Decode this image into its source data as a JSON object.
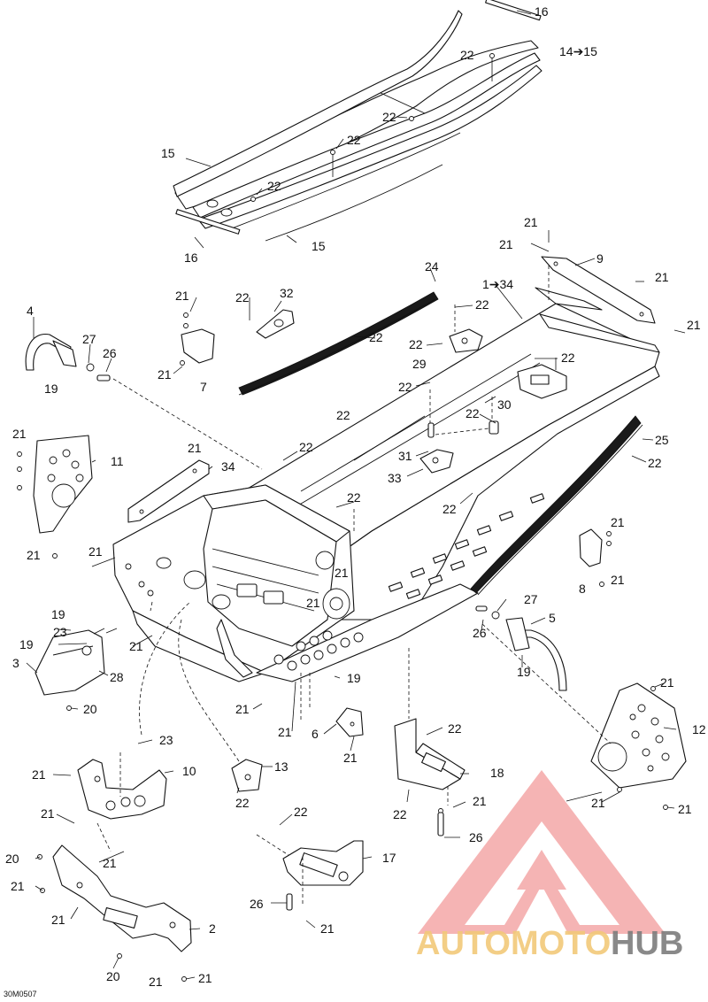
{
  "diagram": {
    "reference_code": "30M0507",
    "callouts": {
      "c16a": "16",
      "c14to15": "14➔15",
      "c22a": "22",
      "c22b": "22",
      "c15a": "15",
      "c22c": "22",
      "c22d": "22",
      "c15b": "15",
      "c16b": "16",
      "c21a": "21",
      "c21b": "21",
      "c9": "9",
      "c21c": "21",
      "c21d": "21",
      "c24": "24",
      "c1to34": "1➔34",
      "c22e": "22",
      "c22f": "22",
      "c22g": "22",
      "c29": "29",
      "c22h": "22",
      "c30": "30",
      "c22i": "22",
      "c22j": "22",
      "c31": "31",
      "c33": "33",
      "c25": "25",
      "c22k": "22",
      "c22l": "22",
      "c22m": "22",
      "c21e": "21",
      "c8": "8",
      "c21f": "21",
      "c21g": "21",
      "c22n": "22",
      "c32": "32",
      "c21h": "21",
      "c7": "7",
      "c4": "4",
      "c27a": "27",
      "c26a": "26",
      "c19a": "19",
      "c21i": "21",
      "c11": "11",
      "c21j": "21",
      "c21k": "21",
      "c34": "34",
      "c21l": "21",
      "c21m": "21",
      "c21n": "21",
      "c21o": "21",
      "c19b": "19",
      "c19c": "19",
      "c23a": "23",
      "c3": "3",
      "c28": "28",
      "c20a": "20",
      "c21p": "21",
      "c19d": "19",
      "c27b": "27",
      "c5": "5",
      "c26b": "26",
      "c19e": "19",
      "c21q": "21",
      "c12": "12",
      "c21r": "21",
      "c21s": "21",
      "c21t": "21",
      "c6": "6",
      "c21u": "21",
      "c22o": "22",
      "c18": "18",
      "c22p": "22",
      "c21v": "21",
      "c26c": "26",
      "c23b": "23",
      "c21w": "21",
      "c10": "10",
      "c21x": "21",
      "c21y": "21",
      "c13": "13",
      "c22q": "22",
      "c22r": "22",
      "c17": "17",
      "c26d": "26",
      "c21z": "21",
      "c20b": "20",
      "c21aa": "21",
      "c21ab": "21",
      "c2": "2",
      "c20c": "20",
      "c21ac": "21",
      "c21ad": "21"
    },
    "watermark": {
      "text_part1": "AUTOMOTO",
      "text_part2": "HUB",
      "color_primary": "#f4a0a0",
      "color_secondary": "#f2c97a",
      "color_dark": "#808080"
    }
  }
}
